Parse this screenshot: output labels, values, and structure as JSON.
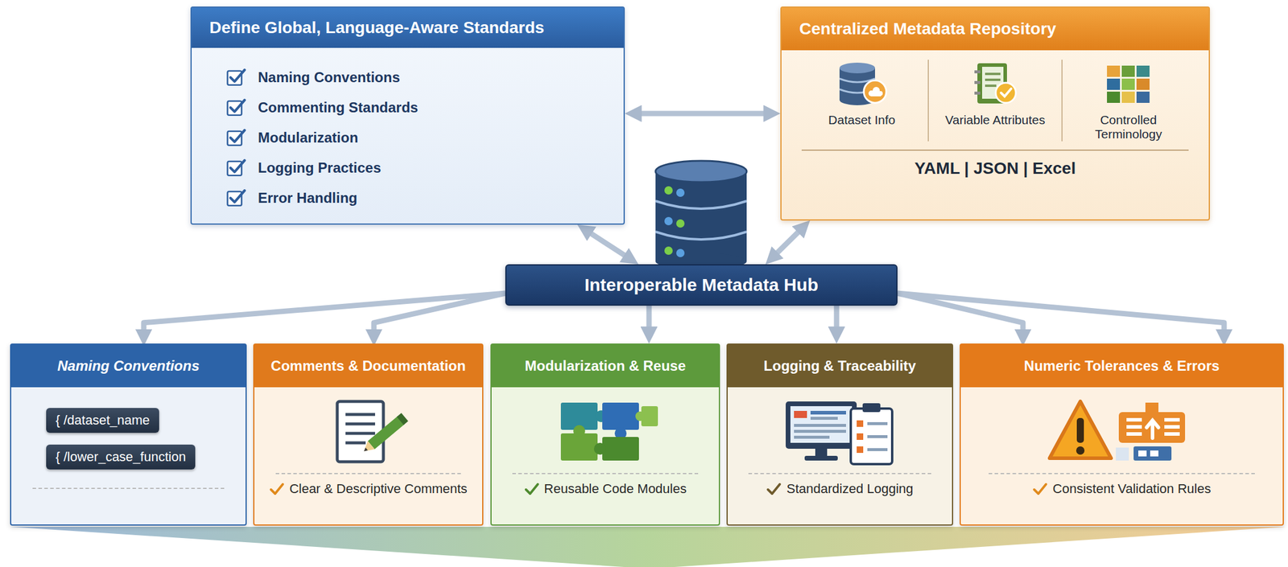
{
  "diagram": {
    "nodes": [
      {
        "text": [
          "Define Global, Language-Aware Standards",
          "Naming Conventions",
          "Commenting Standards",
          "Modularization",
          "Logging Practices",
          "Error Handling"
        ]
      },
      {
        "text": [
          "Centralized Metadata Repository",
          "Dataset Info",
          "Variable Attributes",
          "Controlled Terminology",
          "YAML | JSON | Excel"
        ]
      },
      {
        "text": [
          "Interoperable Metadata Hub"
        ]
      },
      {
        "text": [
          "Naming Conventions"
        ]
      },
      {
        "text": [
          "{ /dataset_name"
        ],
        "in": 3
      },
      {
        "text": [
          "{ /lower_case_function"
        ],
        "in": 3
      },
      {
        "text": [
          "Comments & Documentation",
          "Clear & Descriptive Comments"
        ]
      },
      {
        "text": [
          "Modularization & Reuse",
          "Reusable Code Modules"
        ]
      },
      {
        "text": [
          "Logging & Traceability",
          "Standardized Logging"
        ]
      },
      {
        "text": [
          "Numeric Tolerances & Errors",
          "Consistent Validation Rules"
        ]
      }
    ],
    "edges": [
      {
        "from": 0,
        "to": 1,
        "arrow": "both"
      },
      {
        "from": 0,
        "to": 2,
        "arrow": "both"
      },
      {
        "from": 1,
        "to": 2,
        "arrow": "both"
      },
      {
        "from": 2,
        "to": 3,
        "arrow": "to"
      },
      {
        "from": 2,
        "to": 6,
        "arrow": "to"
      },
      {
        "from": 2,
        "to": 7,
        "arrow": "to"
      },
      {
        "from": 2,
        "to": 8,
        "arrow": "to"
      },
      {
        "from": 2,
        "to": 9,
        "arrow": "to"
      },
      {
        "from": 2,
        "to": 9,
        "arrow": "to"
      }
    ]
  }
}
